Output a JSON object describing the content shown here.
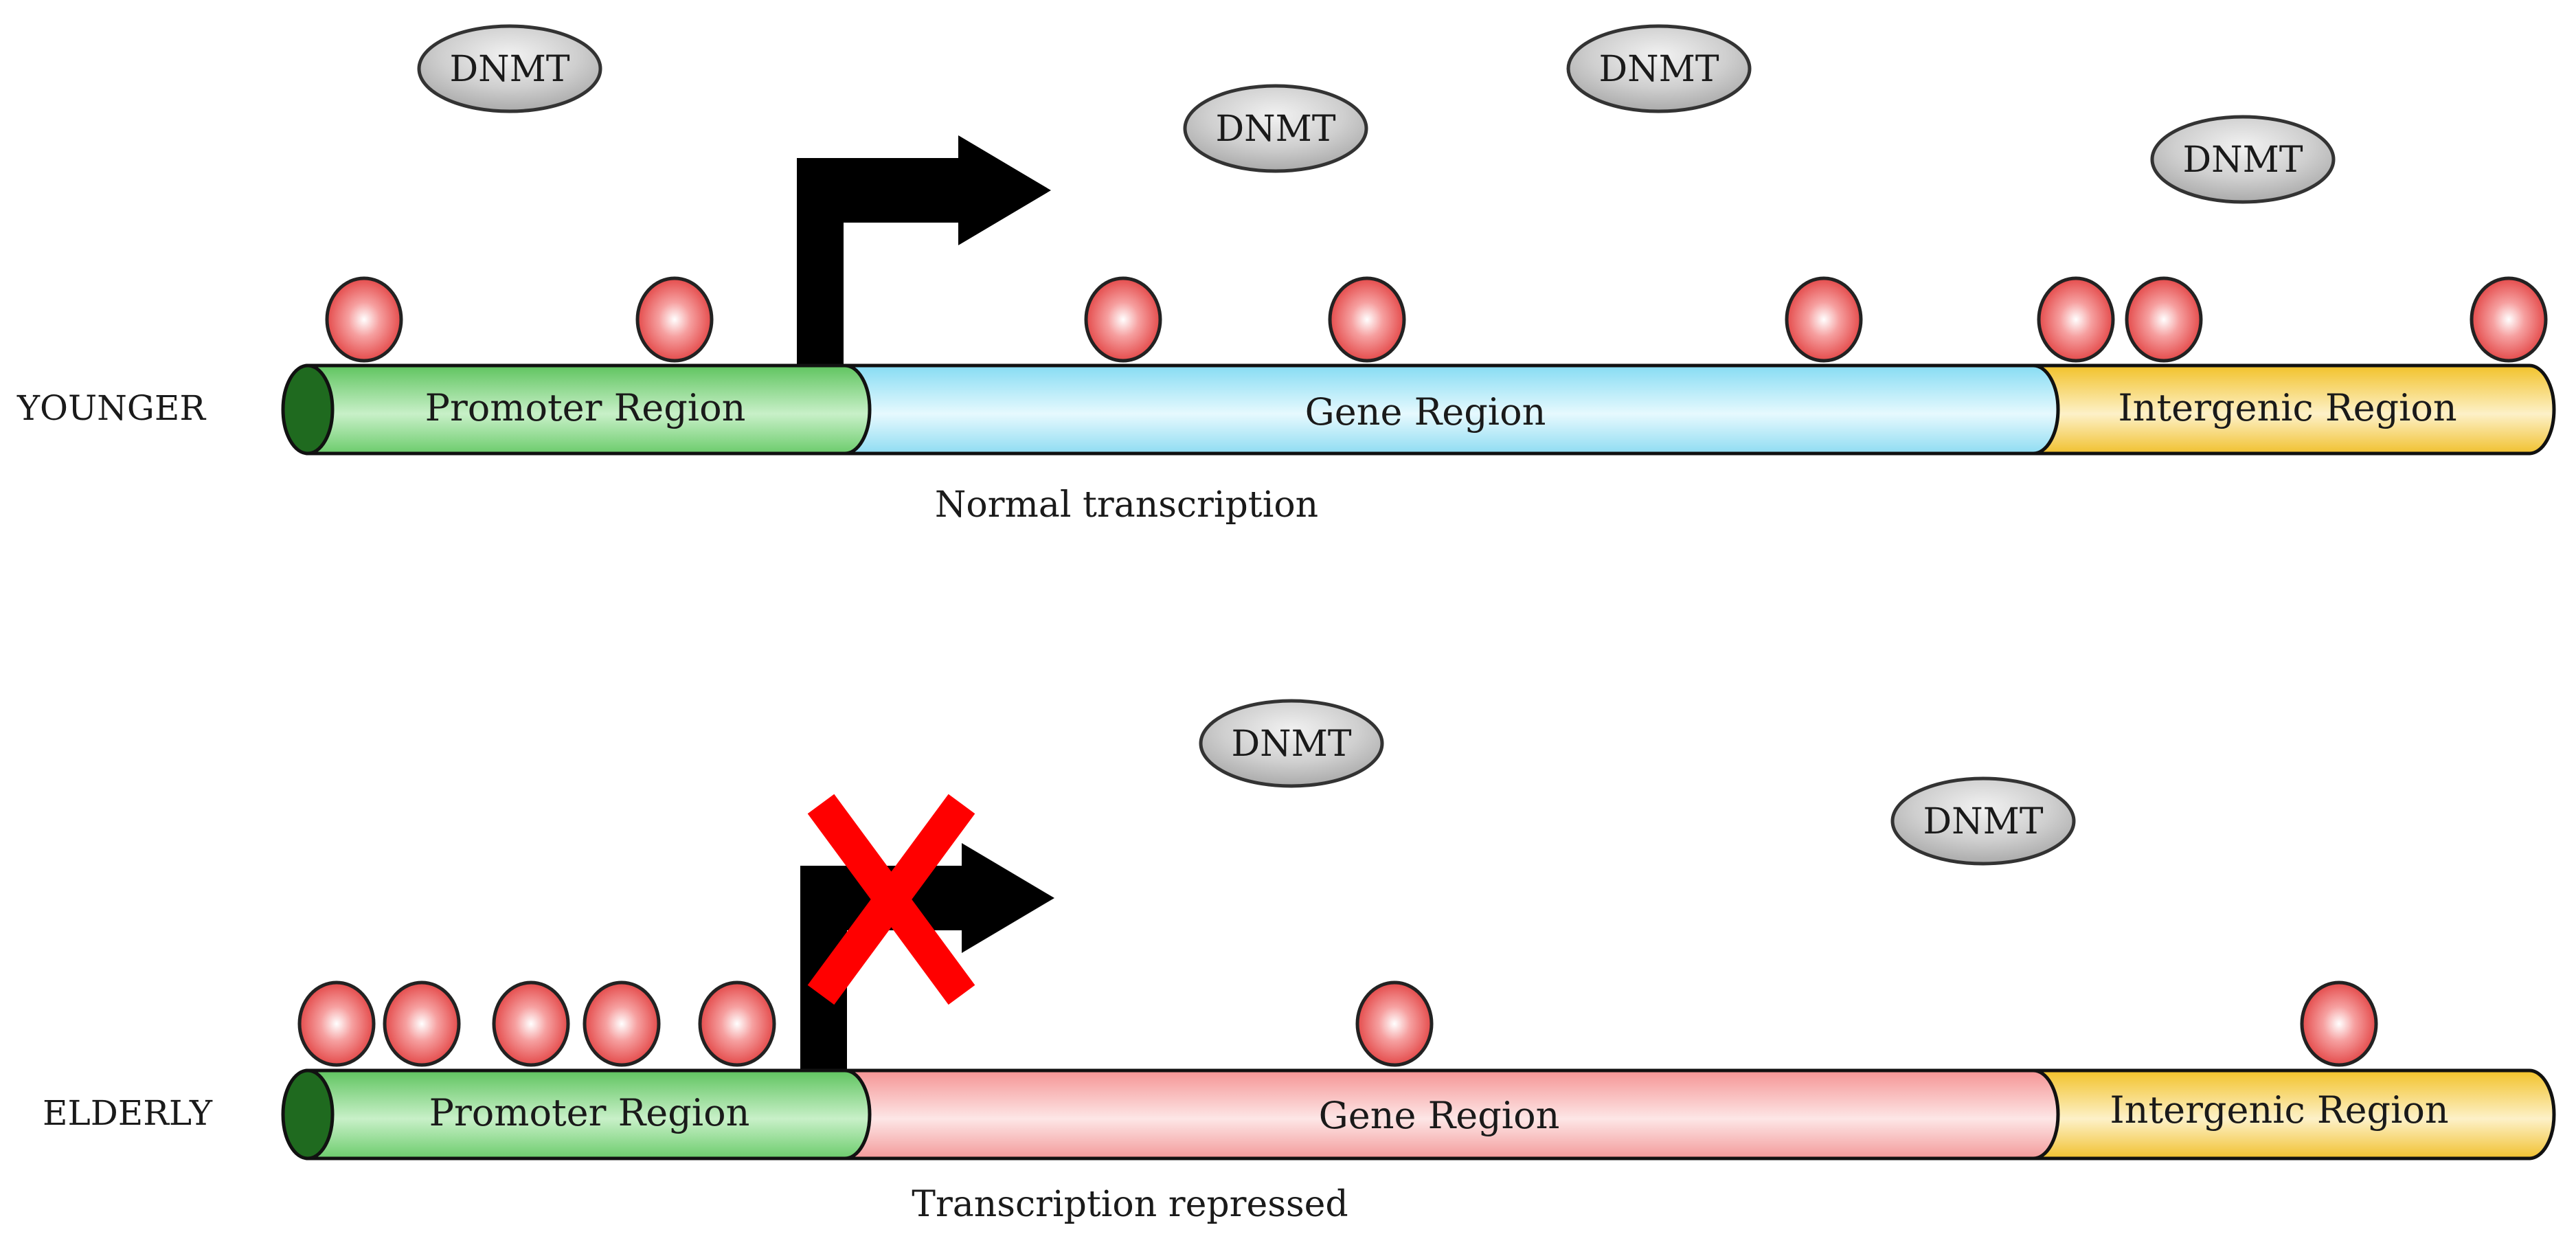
{
  "panels": [
    {
      "id": "younger",
      "label": "YOUNGER",
      "caption": "Normal transcription",
      "regions": {
        "promoter": "Promoter Region",
        "gene": "Gene Region",
        "intergenic": "Intergenic Region"
      },
      "enzyme_label": "DNMT",
      "enzyme_count": 4,
      "methyl_count": 8,
      "transcription_blocked": false
    },
    {
      "id": "elderly",
      "label": "ELDERLY",
      "caption": "Transcription repressed",
      "regions": {
        "promoter": "Promoter Region",
        "gene": "Gene Region",
        "intergenic": "Intergenic Region"
      },
      "enzyme_label": "DNMT",
      "enzyme_count": 2,
      "methyl_count": 7,
      "transcription_blocked": true
    }
  ],
  "colors": {
    "promoter": "#7ed27e",
    "gene_younger": "#9fe3f5",
    "gene_elderly": "#f7a3a3",
    "intergenic": "#f4cc3c",
    "methyl": "#e03a3a",
    "enzyme": "#b9b9b9",
    "block_x": "#ff0000",
    "arrow": "#000000"
  }
}
